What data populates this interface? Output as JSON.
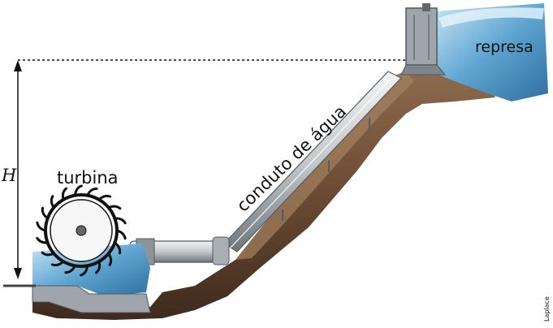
{
  "labels": {
    "turbine": "turbina",
    "dam": "represa",
    "penstock": "conduto de água",
    "height_symbol": "H",
    "credit": "Laplace"
  },
  "colors": {
    "soil_dark": "#3e2a1d",
    "soil_mid": "#6b4a33",
    "soil_light": "#8c6a4e",
    "water": "#4a90c2",
    "water_light": "#a9d3ec",
    "pipe": "#d7dadc",
    "pipe_dark": "#6f767c",
    "concrete": "#9fa5aa"
  },
  "icons": {
    "turbine": "water-wheel-icon",
    "dam": "dam-wall-icon",
    "penstock": "pipe-icon",
    "height": "double-arrow-icon"
  }
}
